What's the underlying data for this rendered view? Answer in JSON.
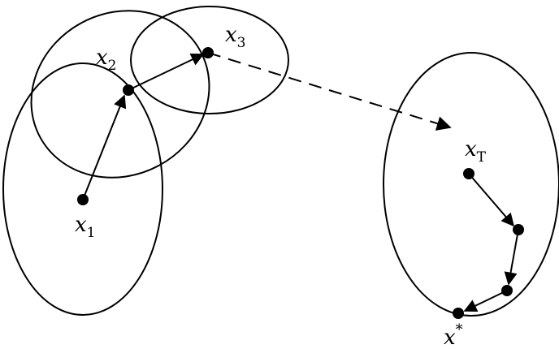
{
  "labels": {
    "x1": {
      "base": "x",
      "sub": "1"
    },
    "x2": {
      "base": "x",
      "sub": "2"
    },
    "x3": {
      "base": "x",
      "sub": "3"
    },
    "xT": {
      "base": "x",
      "sub": "T"
    },
    "xstar": {
      "base": "x",
      "sup": "*"
    }
  },
  "colors": {
    "stroke": "#000000",
    "background": "#ffffff"
  }
}
